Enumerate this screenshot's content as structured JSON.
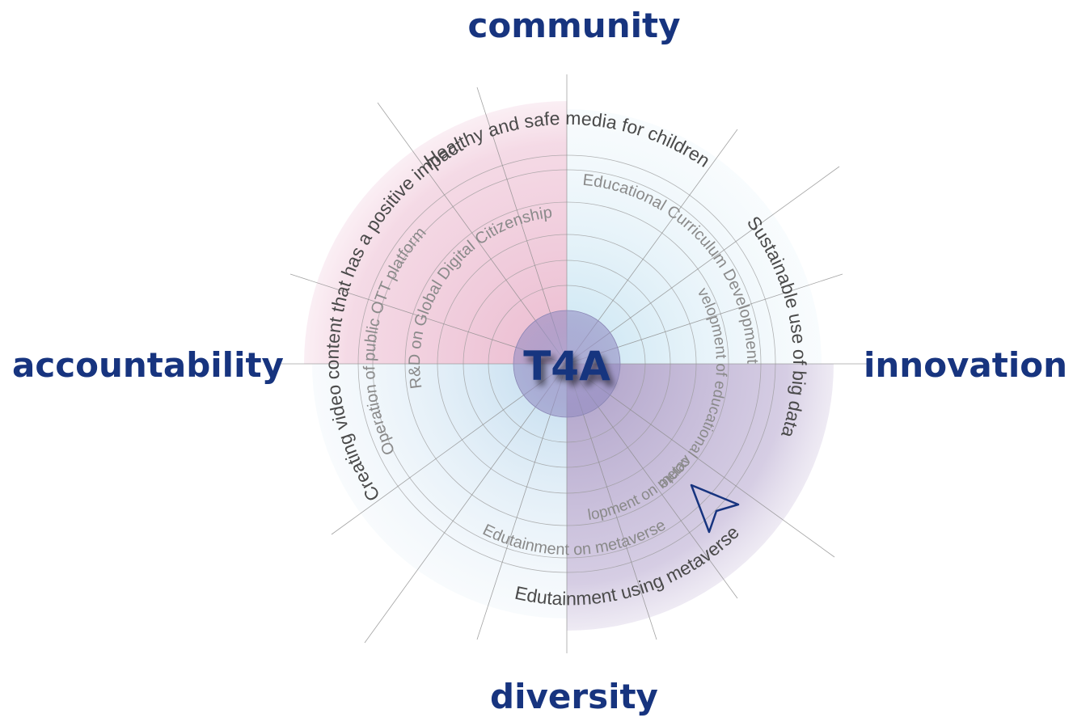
{
  "center": {
    "label": "T4A"
  },
  "axes": {
    "top": "community",
    "right": "innovation",
    "bottom": "diversity",
    "left": "accountability"
  },
  "outer_labels": [
    {
      "id": "healthy-media",
      "text": "Healthy and safe media for children"
    },
    {
      "id": "big-data",
      "text": "Sustainable use of big data"
    },
    {
      "id": "edutainment-using",
      "text": "Edutainment using metaverse"
    },
    {
      "id": "video-content",
      "text": "Creating video content that has a positive impact"
    }
  ],
  "inner_labels": [
    {
      "id": "curriculum",
      "text": "Educational Curriculum Development"
    },
    {
      "id": "educational-contents",
      "text": "Development of educational contents"
    },
    {
      "id": "metaverse-dev",
      "text": "Development on metaverse"
    },
    {
      "id": "edutainment-on",
      "text": "Edutainment on metaverse"
    },
    {
      "id": "ott-platform",
      "text": "Operation of public OTT platform"
    },
    {
      "id": "global-citizenship",
      "text": "R&D on Global Digital Citizenship"
    }
  ],
  "colors": {
    "quadrant_community": "#e9b6cc",
    "quadrant_innovation": "#bfe0f0",
    "quadrant_diversity": "#b7a8cc",
    "quadrant_accountability": "#c8def0",
    "axis_text": "#17347f",
    "cursor": "#17347f"
  },
  "icons": {
    "pointer": "cursor-arrow-icon"
  }
}
